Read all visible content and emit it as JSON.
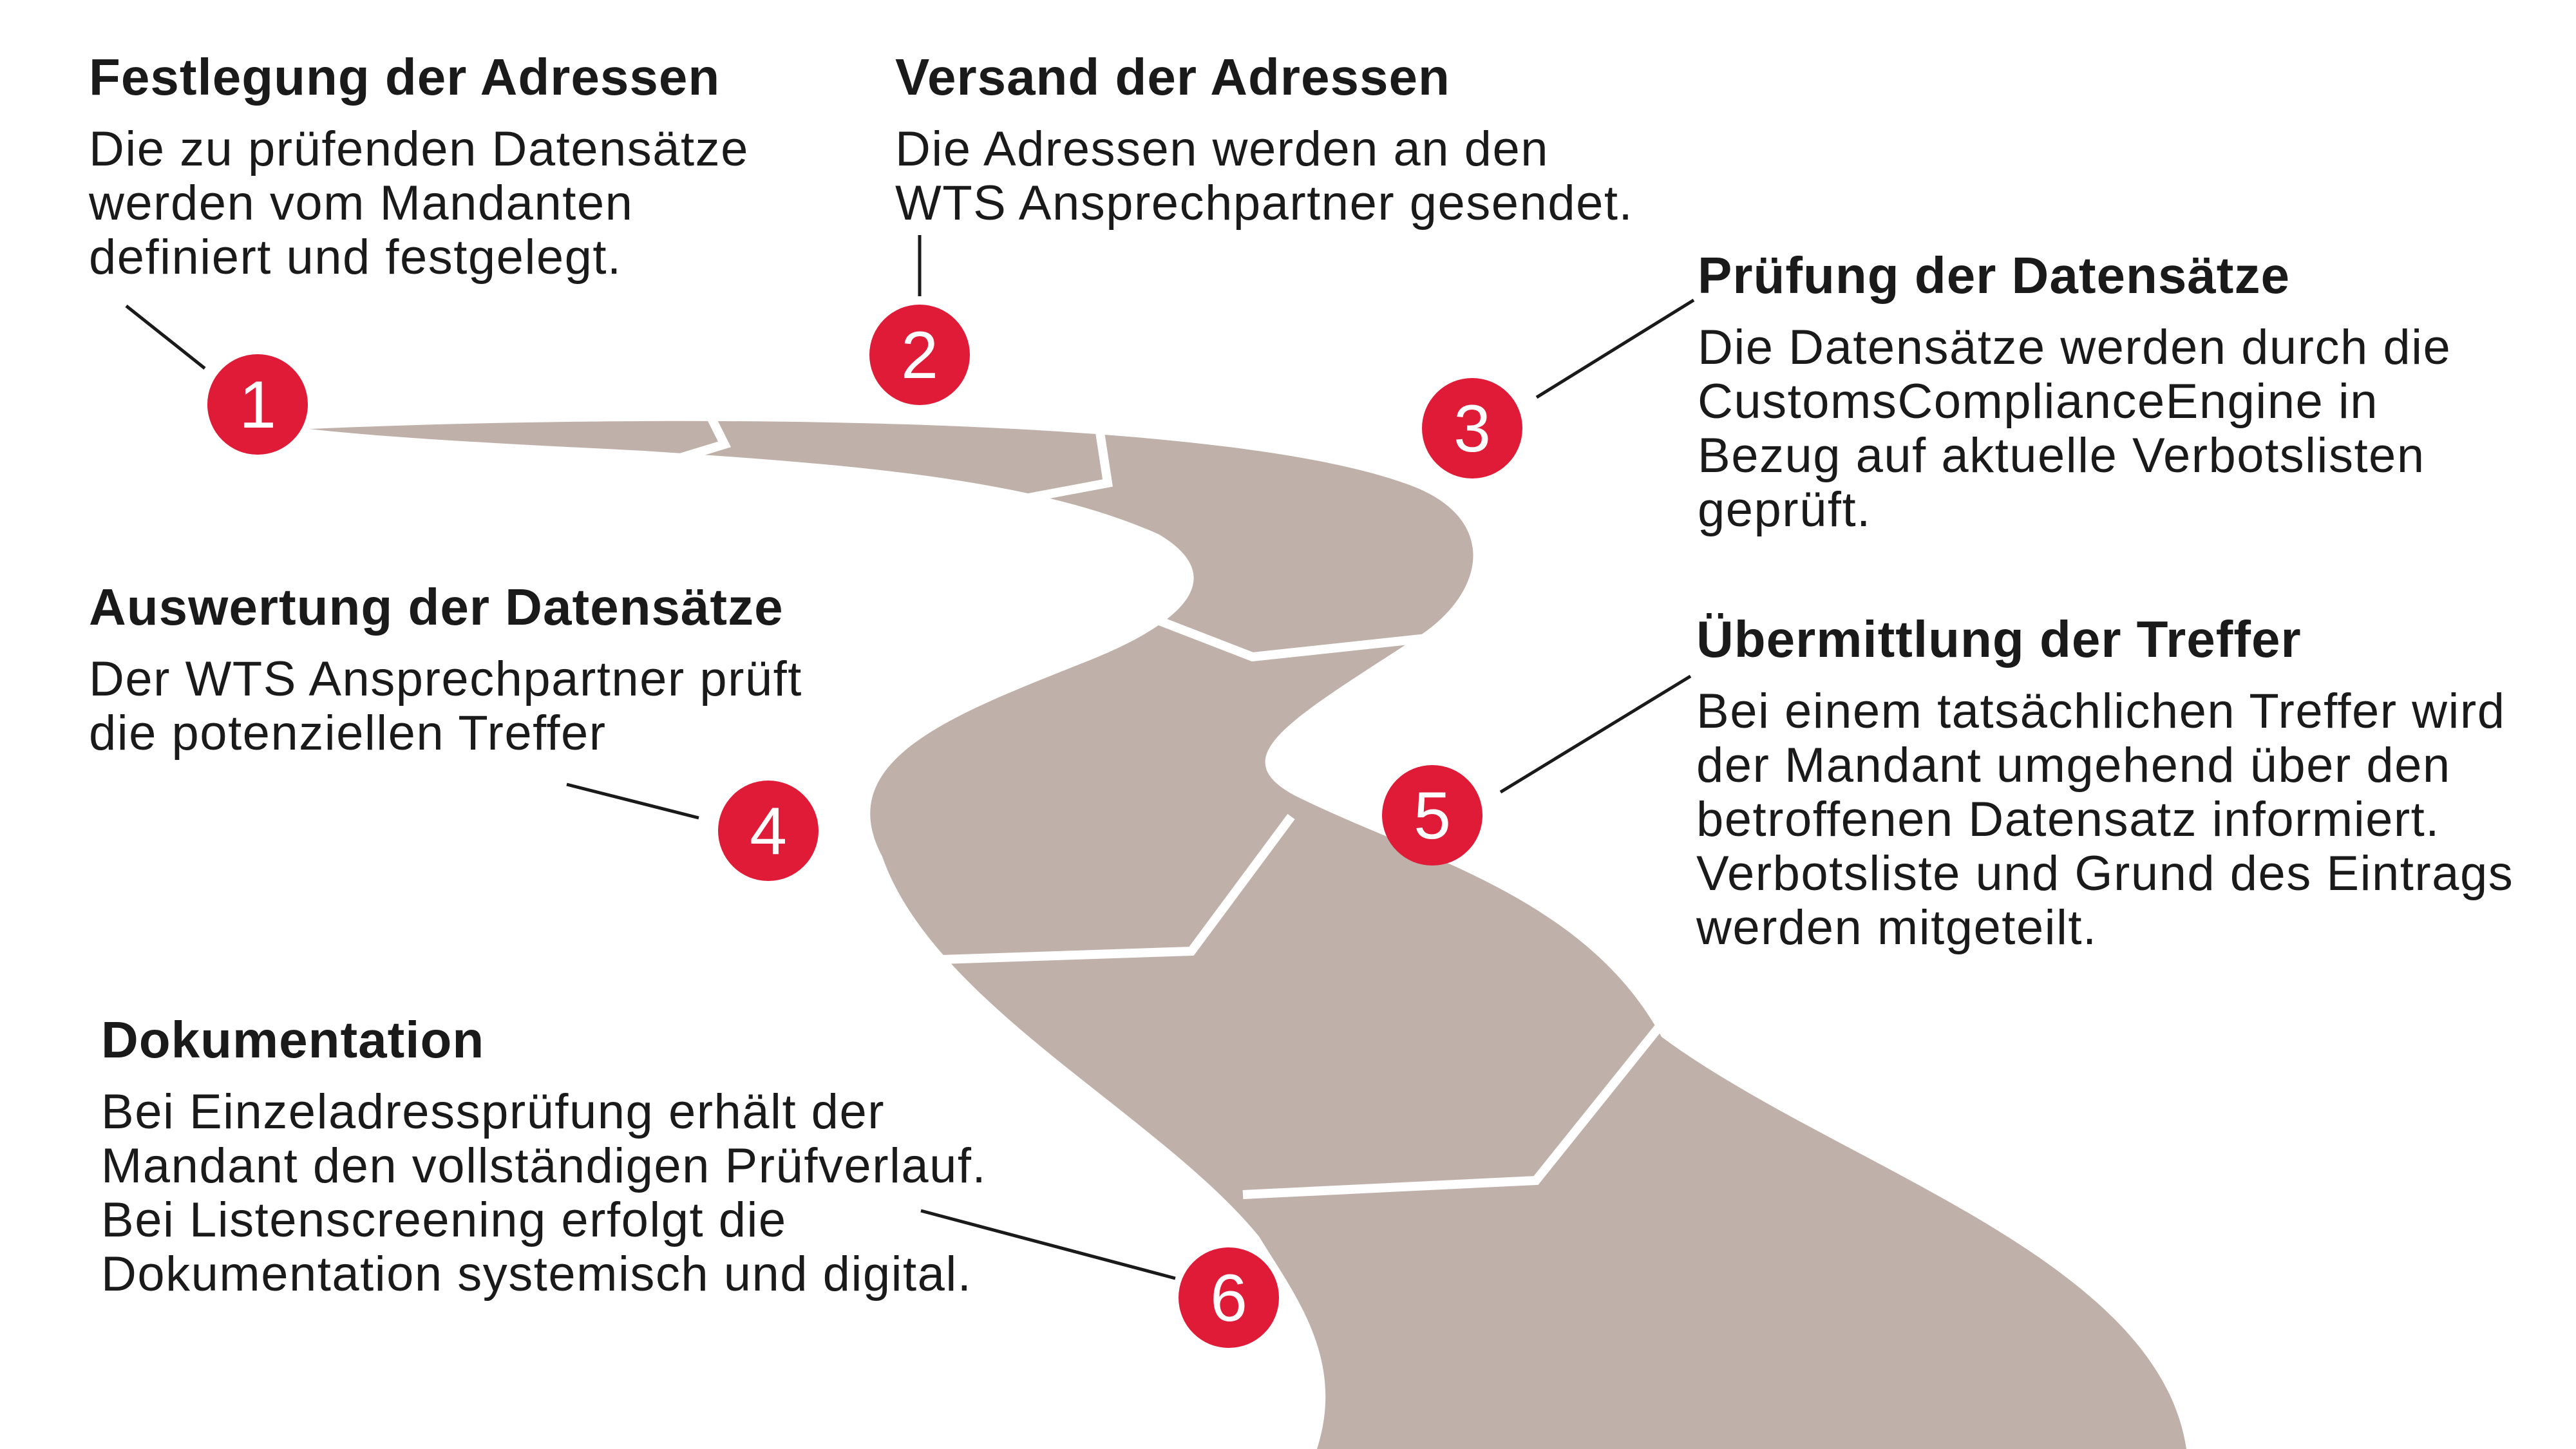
{
  "steps": [
    {
      "number": "1",
      "title": "Festlegung der Adressen",
      "text": "Die zu prüfenden Datensätze\nwerden vom Mandanten\ndefiniert und festgelegt."
    },
    {
      "number": "2",
      "title": "Versand der Adressen",
      "text": "Die Adressen werden an den\nWTS Ansprechpartner gesendet."
    },
    {
      "number": "3",
      "title": "Prüfung der Datensätze",
      "text": "Die Datensätze werden durch die\nCustomsComplianceEngine in\nBezug auf aktuelle Verbotslisten\ngeprüft."
    },
    {
      "number": "4",
      "title": "Auswertung der Datensätze",
      "text": "Der WTS Ansprechpartner prüft\ndie potenziellen Treffer"
    },
    {
      "number": "5",
      "title": "Übermittlung der Treffer",
      "text": "Bei einem tatsächlichen Treffer wird\nder Mandant umgehend über den\nbetroffenen Datensatz informiert.\nVerbotsliste und Grund des Eintrags\nwerden mitgeteilt."
    },
    {
      "number": "6",
      "title": "Dokumentation",
      "text": "Bei Einzeladressprüfung erhält der\nMandant den vollständigen Prüfverlauf.\nBei Listenscreening erfolgt die\nDokumentation systemisch und digital."
    }
  ],
  "colors": {
    "marker": "#e01b38",
    "road": "#bfb1a9",
    "text": "#1a1a1a"
  }
}
